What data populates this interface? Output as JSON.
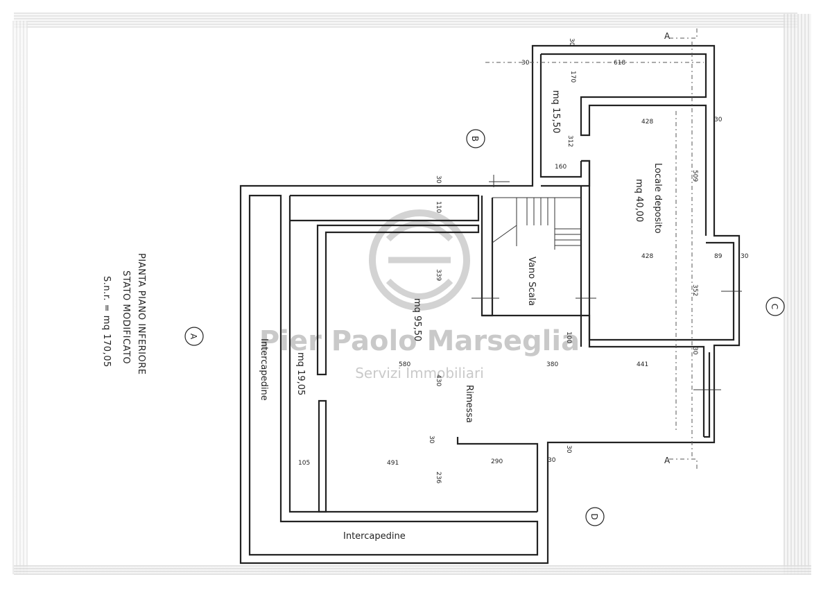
{
  "title": {
    "line1": "PIANTA PIANO INFERIORE",
    "line2": "STATO MODIFICATO",
    "line3": "S.n.r. = mq 170,05"
  },
  "section_markers": {
    "a1": "A",
    "a2": "A",
    "a3": "A",
    "b": "B",
    "c": "C",
    "d": "D"
  },
  "rooms": {
    "mq_1550": "mq 15,50",
    "locale": "Locale deposito",
    "mq_4000": "mq 40,00",
    "vano": "Vano Scala",
    "mq_9550": "mq 95,50",
    "rimessa": "Rimessa",
    "mq_1905": "mq 19,05",
    "intercapedine_v": "Intercapedine",
    "intercapedine_h": "Intercapedine"
  },
  "dimensions": {
    "d30a": "30",
    "d30b": "30",
    "d30c": "30",
    "d30d": "30",
    "d30e": "30",
    "d30f": "30",
    "d30g": "30",
    "d30h": "30",
    "d30i": "30",
    "d618": "618",
    "d170": "170",
    "d312": "312",
    "d160": "160",
    "d428a": "428",
    "d428b": "428",
    "d509": "509",
    "d89": "89",
    "d352": "352",
    "d110": "110",
    "d339": "339",
    "d100": "100",
    "d441": "441",
    "d580": "580",
    "d380": "380",
    "d430": "430",
    "d105": "105",
    "d491": "491",
    "d290": "290",
    "d236": "236"
  },
  "watermark": {
    "name": "Pier Paolo Marseglia",
    "sub": "Servizi Immobiliari"
  }
}
